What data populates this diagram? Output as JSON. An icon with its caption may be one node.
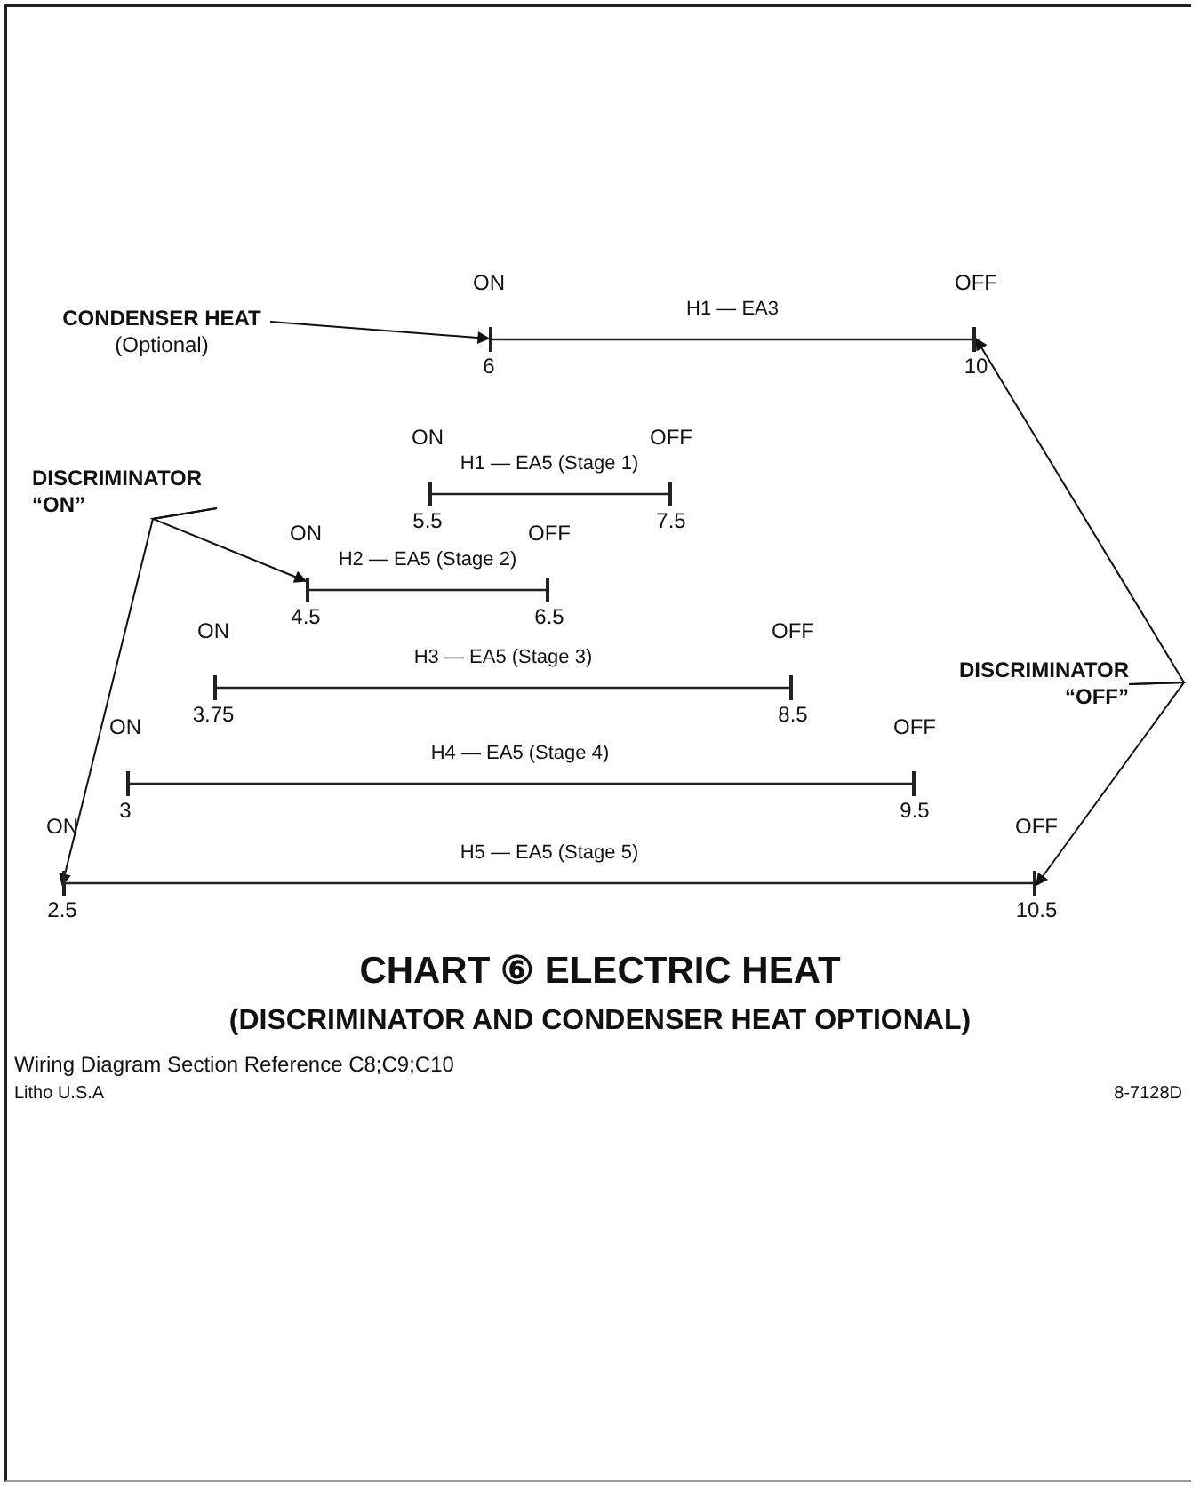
{
  "diagram": {
    "title": "CHART ⑥ ELECTRIC HEAT",
    "caption": "(DISCRIMINATOR AND CONDENSER HEAT OPTIONAL)",
    "nodes": [
      {
        "text": [
          "CONDENSER HEAT",
          "(Optional)"
        ]
      },
      {
        "text": [
          "H1 — EA3"
        ],
        "beside": [
          "ON",
          "OFF",
          "6",
          "10"
        ]
      },
      {
        "text": [
          "DISCRIMINATOR “ON”"
        ]
      },
      {
        "text": [
          "H1 — EA5 (Stage 1)"
        ],
        "beside": [
          "ON",
          "OFF",
          "5.5",
          "7.5"
        ]
      },
      {
        "text": [
          "H2 — EA5 (Stage 2)"
        ],
        "beside": [
          "ON",
          "OFF",
          "4.5",
          "6.5"
        ]
      },
      {
        "text": [
          "H3 — EA5 (Stage 3)"
        ],
        "beside": [
          "ON",
          "OFF",
          "3.75",
          "8.5"
        ]
      },
      {
        "text": [
          "DISCRIMINATOR “OFF”"
        ]
      },
      {
        "text": [
          "H4 — EA5 (Stage 4)"
        ],
        "beside": [
          "ON",
          "OFF",
          "3",
          "9.5"
        ]
      },
      {
        "text": [
          "H5 — EA5 (Stage 5)"
        ],
        "beside": [
          "ON",
          "OFF",
          "2.5",
          "10.5"
        ]
      }
    ],
    "edges": [
      {
        "from": 0,
        "to": 1,
        "arrow": "to"
      },
      {
        "from": 2,
        "to": 4,
        "arrow": "to"
      },
      {
        "from": 2,
        "to": 8,
        "arrow": "to"
      },
      {
        "from": 6,
        "to": 1,
        "arrow": "to"
      },
      {
        "from": 6,
        "to": 8,
        "arrow": "to"
      }
    ],
    "labels": [
      "Wiring Diagram Section Reference C8;C9;C10",
      "Litho U.S.A",
      "8-7128D"
    ]
  }
}
